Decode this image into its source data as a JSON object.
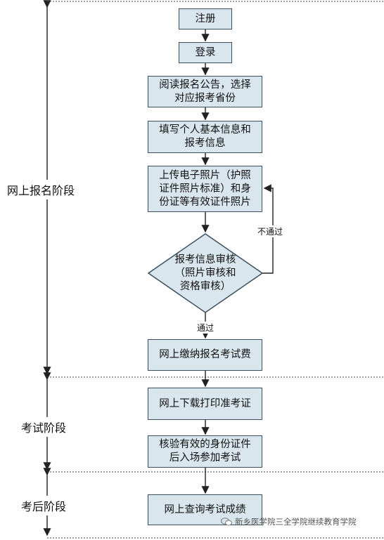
{
  "stages": [
    {
      "label": "网上报名阶段"
    },
    {
      "label": "考试阶段"
    },
    {
      "label": "考后阶段"
    }
  ],
  "steps": {
    "register": "注册",
    "login": "登录",
    "read_notice": "阅读报名公告，选择\n对应报考省份",
    "fill_info": "填写个人基本信息和\n报考信息",
    "upload_photos": "上传电子照片（护照\n证件照片标准）和身\n份证等有效证件照片",
    "review": "报考信息审核\n（照片审核和\n资格审核）",
    "pay_fee": "网上缴纳报名考试费",
    "download_ticket": "网上下载打印准考证",
    "verify_id": "核验有效的身份证件\n后入场参加考试",
    "query_score": "网上查询考试成绩"
  },
  "edges": {
    "fail": "不通过",
    "pass": "通过"
  },
  "watermark": "新乡医学院三全学院继续教育学院",
  "colors": {
    "box_fill": "#dae6ee",
    "box_border": "#3c4f5d",
    "line": "#222222"
  }
}
